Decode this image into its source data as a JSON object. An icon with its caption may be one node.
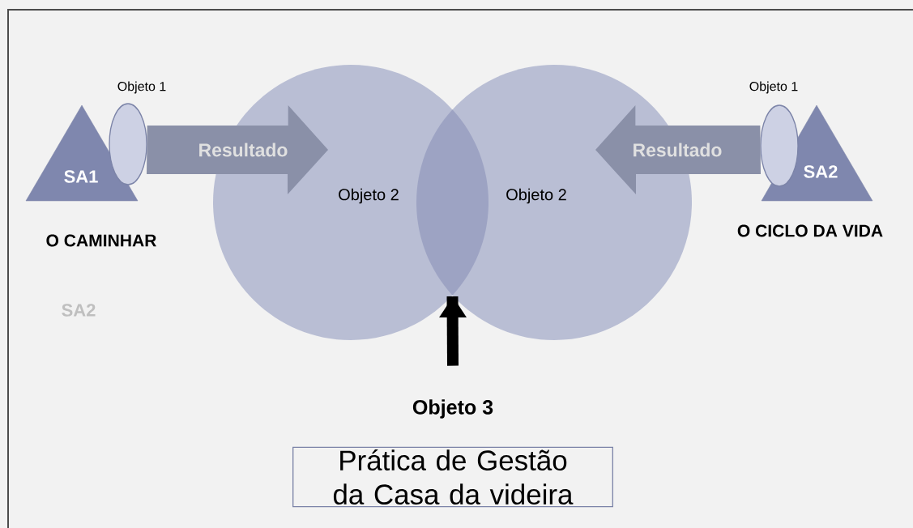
{
  "diagram": {
    "nodes": [
      {
        "text": [
          "SA1"
        ],
        "beside": [
          "O CAMINHAR"
        ]
      },
      {
        "text": [],
        "shape": "ellipse",
        "beside": [
          "Objeto 1"
        ]
      },
      {
        "text": [
          "Objeto 2"
        ]
      },
      {
        "text": [
          "Objeto 2"
        ]
      },
      {
        "text": [],
        "shape": "lens"
      },
      {
        "text": [],
        "shape": "ellipse",
        "beside": [
          "Objeto 1"
        ]
      },
      {
        "text": [
          "SA2"
        ],
        "beside": [
          "O CICLO DA VIDA"
        ]
      },
      {
        "text": [
          "Objeto 3",
          "Prática de Gestão da Casa da videira"
        ]
      }
    ],
    "edges": [
      {
        "from": 1,
        "to": 2,
        "arrow": "to",
        "label": "Resultado"
      },
      {
        "from": 5,
        "to": 3,
        "arrow": "to",
        "label": "Resultado"
      },
      {
        "from": 7,
        "to": 4,
        "arrow": "to",
        "color": "#000000"
      }
    ],
    "labels": [
      "SA2"
    ]
  }
}
